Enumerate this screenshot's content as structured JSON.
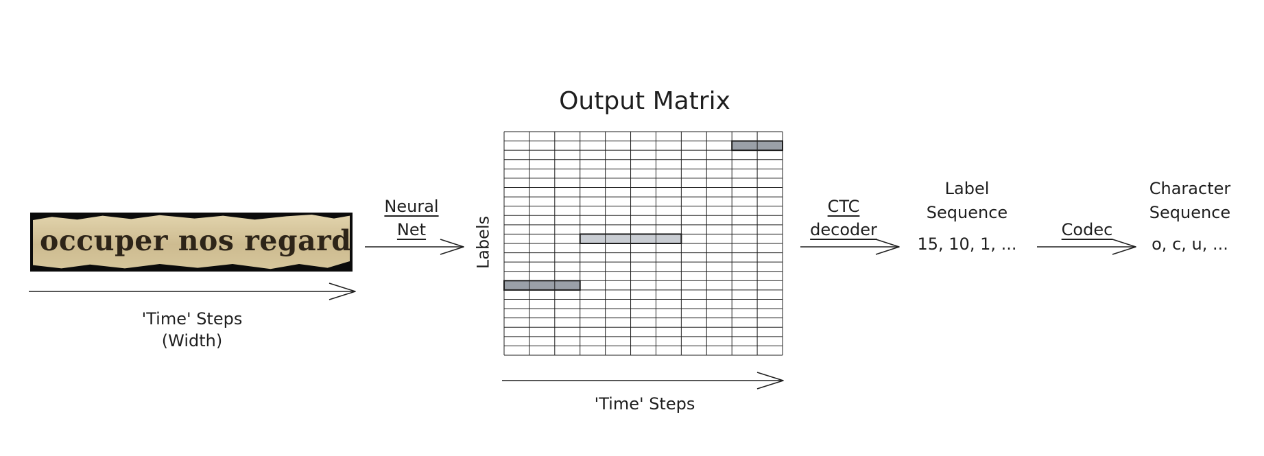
{
  "input": {
    "text": "occuper nos regards.",
    "caption_line1": "'Time' Steps",
    "caption_line2": "(Width)"
  },
  "neural_net": {
    "line1": "Neural",
    "line2": "Net"
  },
  "matrix": {
    "title": "Output Matrix",
    "y_label": "Labels",
    "x_label": "'Time' Steps",
    "rows": 24,
    "cols": 11,
    "highlights": [
      {
        "row": 1,
        "col_start": 9,
        "col_end": 10,
        "color": "#9aa0a8"
      },
      {
        "row": 11,
        "col_start": 3,
        "col_end": 6,
        "color": "#c9cdd3"
      },
      {
        "row": 16,
        "col_start": 0,
        "col_end": 2,
        "color": "#9aa0a8"
      }
    ]
  },
  "ctc": {
    "line1": "CTC",
    "line2": "decoder"
  },
  "label_sequence": {
    "line1": "Label",
    "line2": "Sequence",
    "value": "15, 10, 1, ..."
  },
  "codec": {
    "label": "Codec"
  },
  "character_sequence": {
    "line1": "Character",
    "line2": "Sequence",
    "value": "o, c, u, ..."
  }
}
